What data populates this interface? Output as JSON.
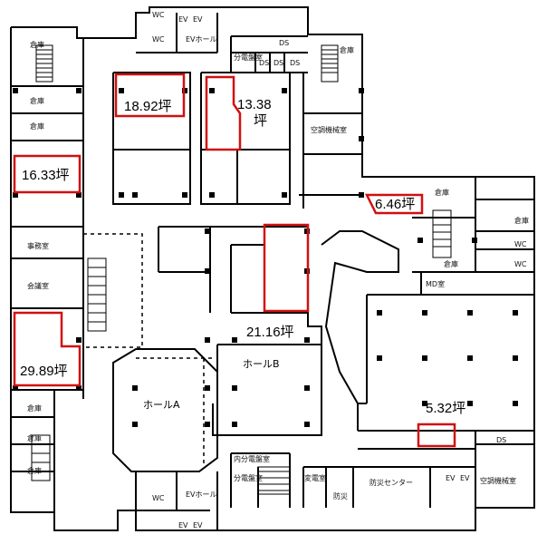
{
  "areas": {
    "a1": "18.92坪",
    "a2_line1": "13.38",
    "a2_line2": "坪",
    "a3": "16.33坪",
    "a4": "6.46坪",
    "a5": "21.16坪",
    "a6": "29.89坪",
    "a7": "5.32坪"
  },
  "rooms": {
    "souko": "倉庫",
    "wc": "WC",
    "ev_hall": "EVホール",
    "ds": "DS",
    "bunden": "分電盤室",
    "kucho": "空調機械室",
    "jimu": "事務室",
    "kaigi": "会議室",
    "md": "MD室",
    "hall_a": "ホールA",
    "hall_b": "ホールB",
    "naibun": "内分電盤室",
    "hendensh": "変電室",
    "bousai": "防災",
    "bousai_center": "防災センター",
    "ev": "EV"
  },
  "colors": {
    "wall": "#000000",
    "highlight": "#d01010",
    "background": "#ffffff"
  }
}
